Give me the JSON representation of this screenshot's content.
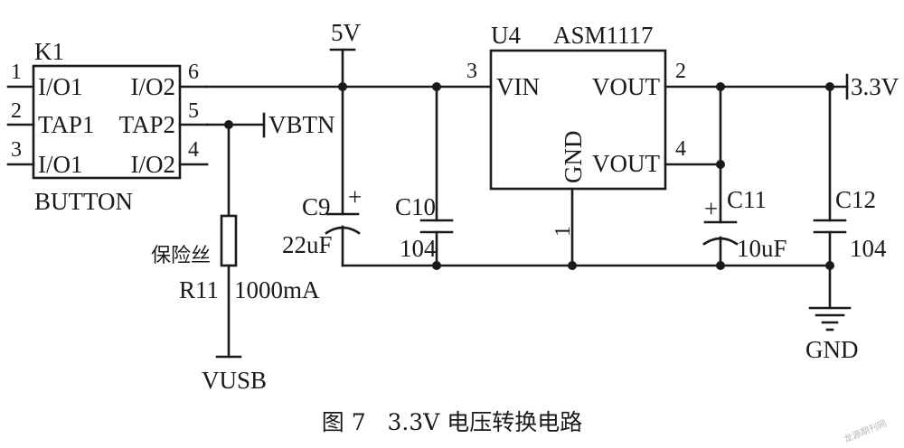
{
  "k1": {
    "ref": "K1",
    "name": "BUTTON",
    "left_pins": [
      {
        "num": "1",
        "name": "I/O1"
      },
      {
        "num": "2",
        "name": "TAP1"
      },
      {
        "num": "3",
        "name": "I/O1"
      }
    ],
    "right_pins": [
      {
        "num": "6",
        "name": "I/O2"
      },
      {
        "num": "5",
        "name": "TAP2"
      },
      {
        "num": "4",
        "name": "I/O2"
      }
    ]
  },
  "u4": {
    "ref": "U4",
    "part": "ASM1117",
    "vin": "VIN",
    "vin_pin": "3",
    "vout": "VOUT",
    "vout_pin": "2",
    "vout2": "VOUT",
    "vout2_pin": "4",
    "gnd": "GND",
    "gnd_pin": "1"
  },
  "nets": {
    "v5": "5V",
    "v33": "3.3V",
    "vbtn": "VBTN",
    "vusb": "VUSB",
    "gnd": "GND"
  },
  "r11": {
    "ref": "R11",
    "desc": "保险丝",
    "value": "1000mA"
  },
  "c9": {
    "ref": "C9",
    "value": "22uF",
    "polarity": "+"
  },
  "c10": {
    "ref": "C10",
    "value": "104"
  },
  "c11": {
    "ref": "C11",
    "value": "10uF",
    "polarity": "+"
  },
  "c12": {
    "ref": "C12",
    "value": "104"
  },
  "caption": "图 7   3.3V 电压转换电路",
  "watermark": "龙源期刊网"
}
